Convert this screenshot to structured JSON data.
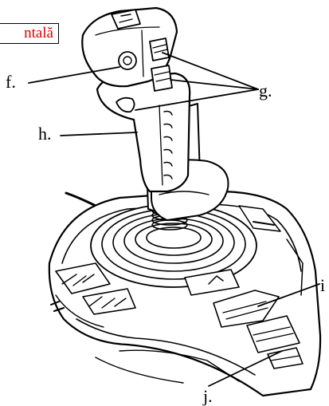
{
  "title_box": {
    "text": "ntală",
    "color": "#e00000"
  },
  "labels": {
    "f": "f.",
    "g": "g.",
    "h": "h.",
    "i": "i",
    "j": "j."
  },
  "colors": {
    "line": "#000000",
    "background": "#ffffff"
  }
}
